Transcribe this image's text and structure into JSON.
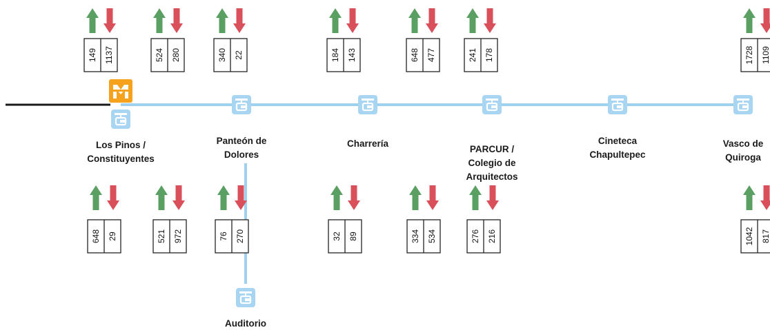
{
  "colors": {
    "line": "#9fd0ee",
    "metro_line": "#1a1a1a",
    "station_fill": "#a7d5f2",
    "metro_logo": "#f6a21c",
    "up_arrow": "#5aa063",
    "down_arrow": "#d9505a",
    "box_border": "#222222"
  },
  "stations": [
    {
      "label": [
        "Los Pinos /",
        "Constituyentes"
      ],
      "metro_transfer": true,
      "top": {
        "up": "149",
        "down": "1137"
      },
      "top2": {
        "up": "524",
        "down": "280"
      },
      "bottom": {
        "up": "648",
        "down": "29"
      },
      "bottom2": {
        "up": "521",
        "down": "972"
      }
    },
    {
      "label": [
        "Panteón de",
        "Dolores"
      ],
      "top": {
        "up": "340",
        "down": "22"
      },
      "bottom": {
        "up": "76",
        "down": "270"
      }
    },
    {
      "label": [
        "Charrería"
      ],
      "top": {
        "up": "184",
        "down": "143"
      },
      "bottom": {
        "up": "32",
        "down": "89"
      }
    },
    {
      "label": [
        "PARCUR /",
        "Colegio de",
        "Arquitectos"
      ],
      "top": {
        "up": "648",
        "down": "477"
      },
      "top2": {
        "up": "241",
        "down": "178"
      },
      "bottom": {
        "up": "334",
        "down": "534"
      },
      "bottom2": {
        "up": "276",
        "down": "216"
      }
    },
    {
      "label": [
        "Cineteca",
        "Chapultepec"
      ]
    },
    {
      "label": [
        "Vasco de",
        "Quiroga"
      ],
      "top": {
        "up": "1728",
        "down": "1109"
      },
      "bottom": {
        "up": "1042",
        "down": "817"
      }
    }
  ],
  "branch_station": {
    "label": [
      "Auditorio"
    ]
  }
}
